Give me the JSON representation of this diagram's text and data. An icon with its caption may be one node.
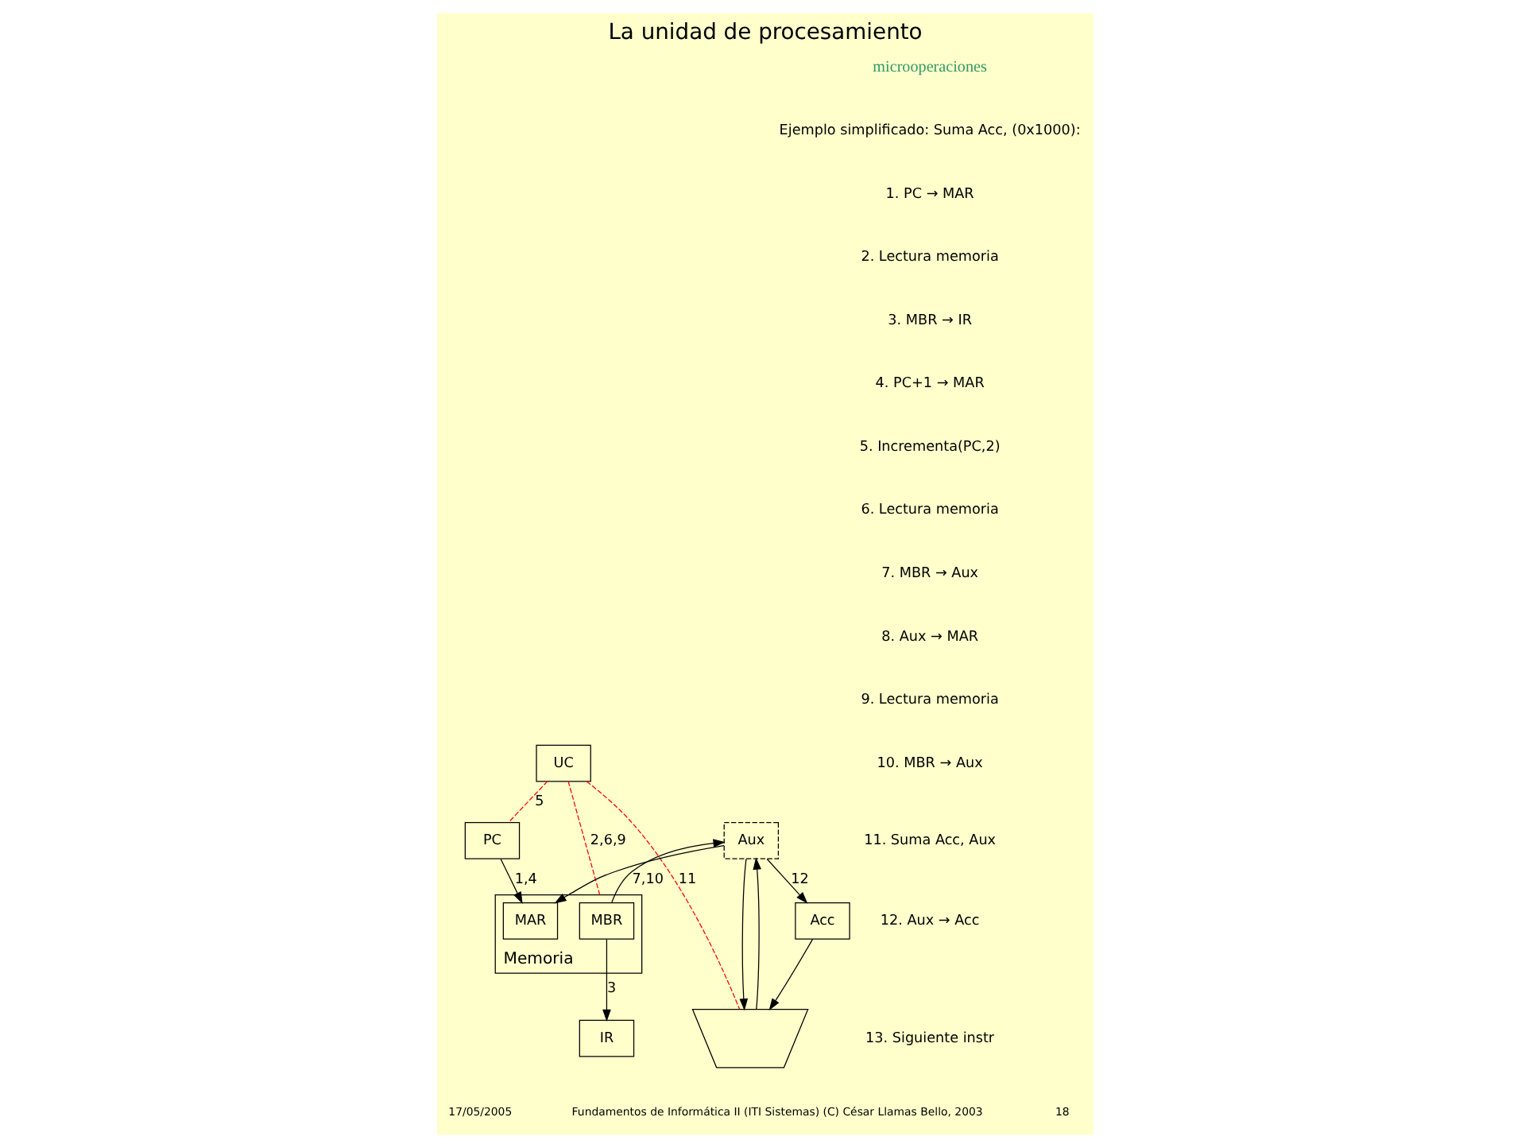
{
  "diagram": {
    "title": "La unidad de procesamiento",
    "nodes": [
      {
        "text": [
          "Memoria"
        ]
      },
      {
        "text": [
          "MBR"
        ],
        "in": 0
      },
      {
        "text": [
          "MAR"
        ],
        "in": 0
      },
      {
        "text": [
          "UC"
        ]
      },
      {
        "text": [
          "PC"
        ]
      },
      {
        "text": [
          "IR"
        ]
      },
      {
        "text": [
          "Acc"
        ]
      },
      {
        "text": [
          "Aux"
        ]
      },
      {
        "text": [],
        "shape": "trapezium"
      }
    ],
    "edges": [
      {
        "from": 3,
        "to": 0,
        "arrow": "none",
        "label": "2,6,9",
        "style": "dashed",
        "color": "#ff0000"
      },
      {
        "from": 3,
        "to": 4,
        "arrow": "none",
        "label": "5",
        "style": "dashed",
        "color": "#ff0000"
      },
      {
        "from": 3,
        "to": 8,
        "arrow": "none",
        "label": "11",
        "style": "dashed",
        "color": "#ff0000"
      },
      {
        "from": 4,
        "to": 2,
        "arrow": "to",
        "label": "1,4"
      },
      {
        "from": 7,
        "to": 2,
        "arrow": "to"
      },
      {
        "from": 1,
        "to": 5,
        "arrow": "to",
        "label": "3"
      },
      {
        "from": 1,
        "to": 7,
        "arrow": "to",
        "label": "7,10"
      },
      {
        "from": 6,
        "to": 8,
        "arrow": "to"
      },
      {
        "from": 7,
        "to": 8,
        "arrow": "to"
      },
      {
        "from": 7,
        "to": 6,
        "arrow": "to",
        "label": "12"
      },
      {
        "from": 8,
        "to": 7,
        "arrow": "to"
      }
    ],
    "labels": [
      "microoperaciones",
      "Ejemplo simplificado: Suma Acc, (0x1000):",
      "1. PC → MAR",
      "2. Lectura memoria",
      "3. MBR → IR",
      "4. PC+1 → MAR",
      "5. Incrementa(PC,2)",
      "6. Lectura memoria",
      "7. MBR → Aux",
      "8. Aux → MAR",
      "9. Lectura memoria",
      "10. MBR → Aux",
      "11. Suma Acc, Aux",
      "12. Aux → Acc",
      "13. Siguiente instr",
      "17/05/2005",
      "Fundamentos de Informática II (ITI Sistemas) (C) César Llamas Bello, 2003",
      "18"
    ]
  }
}
